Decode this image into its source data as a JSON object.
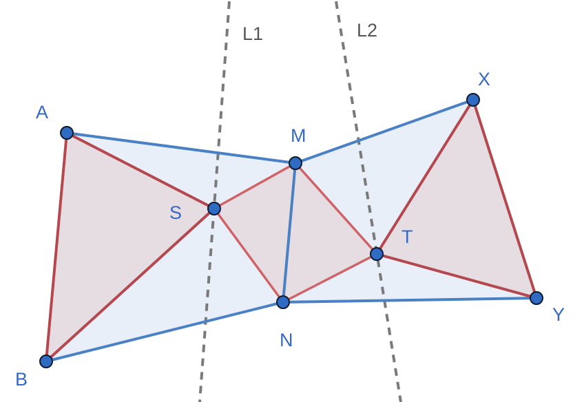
{
  "points": {
    "A": "A",
    "B": "B",
    "M": "M",
    "N": "N",
    "S": "S",
    "T": "T",
    "X": "X",
    "Y": "Y"
  },
  "lines": {
    "L1": "L1",
    "L2": "L2"
  },
  "colors": {
    "blue_edge": "#4a80c4",
    "red_edge": "#b5484f",
    "point_fill": "#2f6bc3",
    "dashed": "#7a7a7a"
  }
}
